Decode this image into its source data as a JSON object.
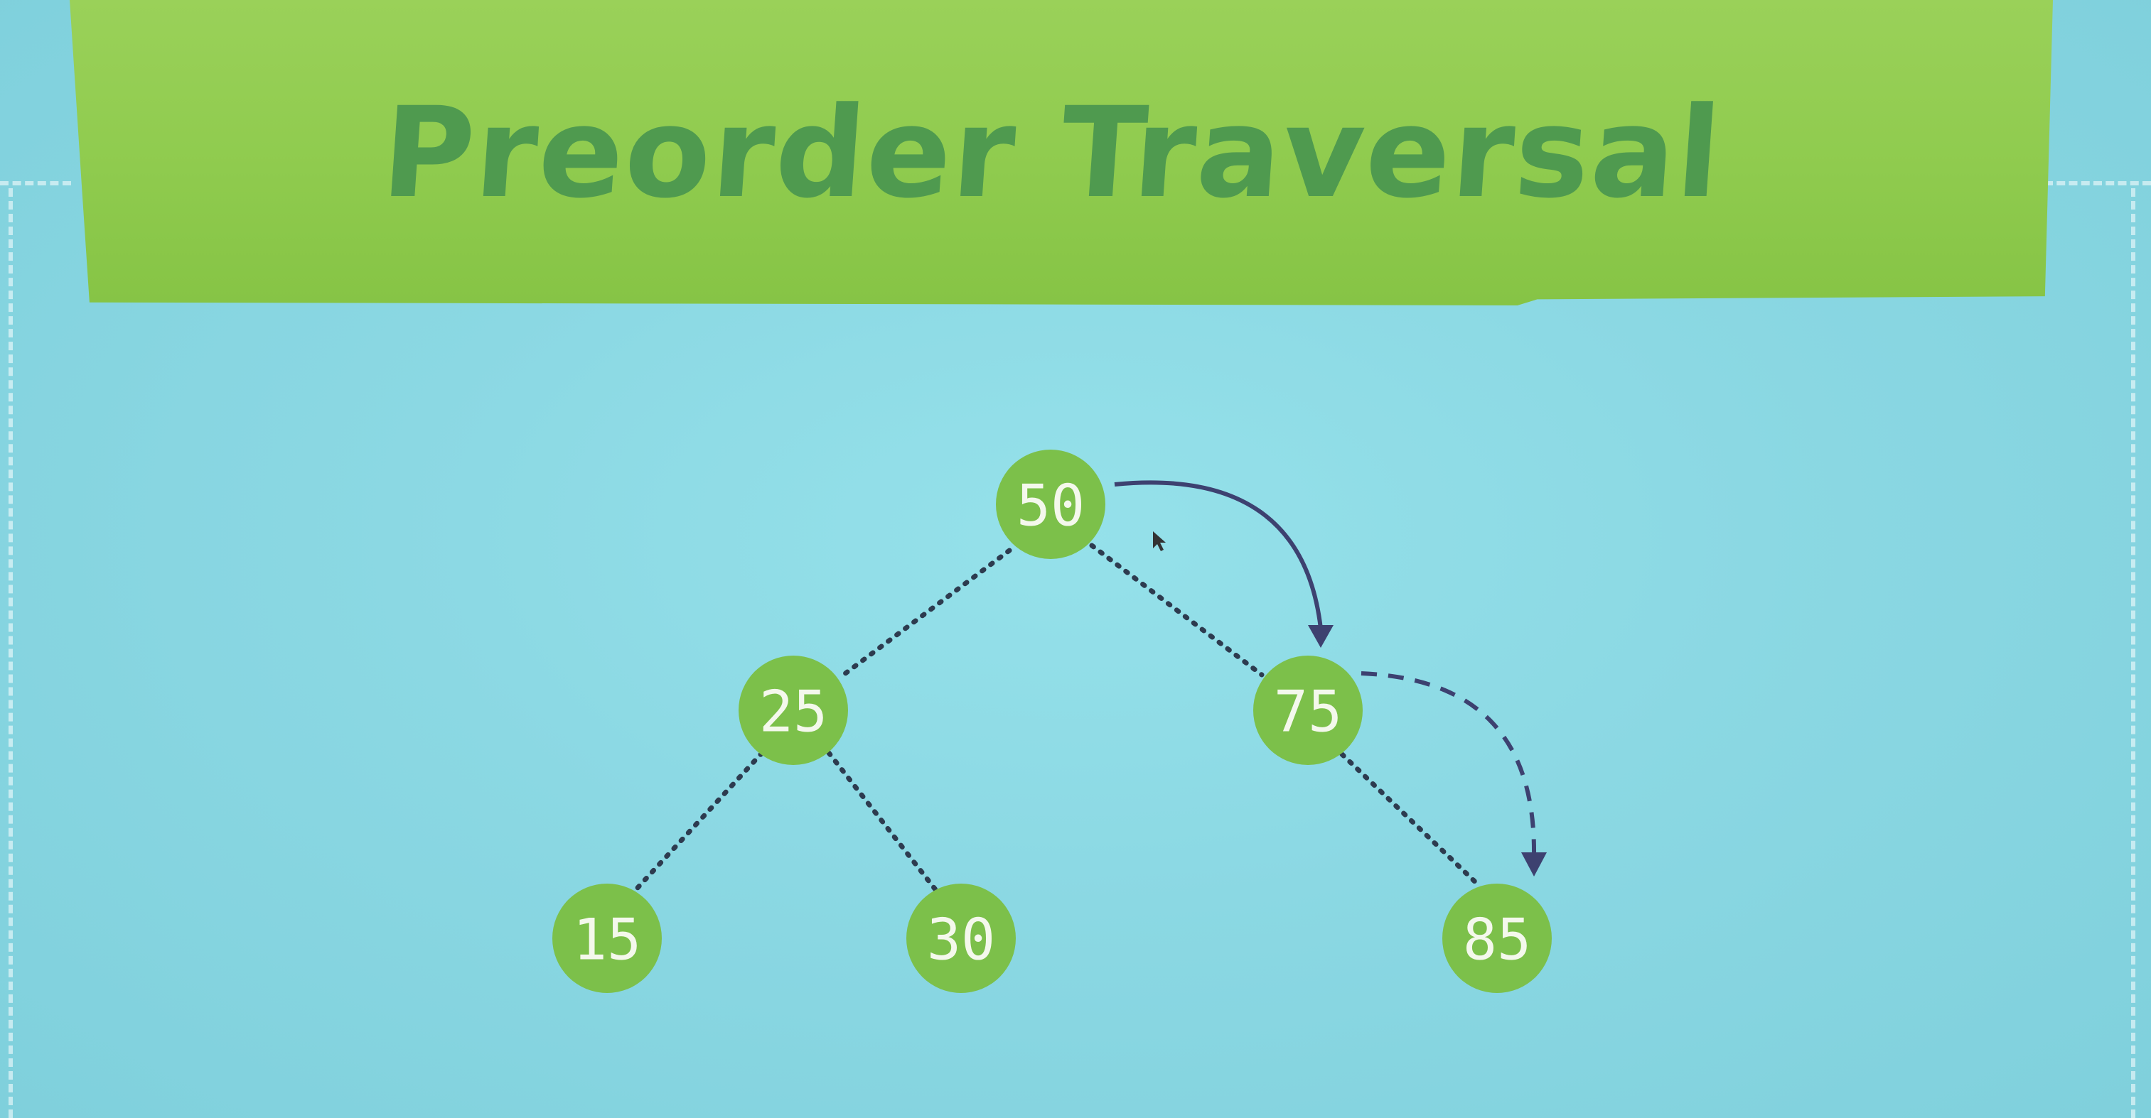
{
  "title": "Preorder Traversal",
  "tree": {
    "nodes": [
      {
        "id": "n50",
        "label": "50",
        "parent": null
      },
      {
        "id": "n25",
        "label": "25",
        "parent": "n50"
      },
      {
        "id": "n75",
        "label": "75",
        "parent": "n50"
      },
      {
        "id": "n15",
        "label": "15",
        "parent": "n25"
      },
      {
        "id": "n30",
        "label": "30",
        "parent": "n25"
      },
      {
        "id": "n85",
        "label": "85",
        "parent": "n75"
      }
    ],
    "traversal_arrows": [
      {
        "from": "50",
        "to": "75",
        "style": "solid"
      },
      {
        "from": "75",
        "to": "85",
        "style": "dashed"
      }
    ]
  },
  "colors": {
    "background": "#8bd8e3",
    "banner": "#8fcb4e",
    "title_text": "#4f9a4f",
    "node_fill": "#7cc04a",
    "node_text": "#f4f8ec",
    "edge": "#2d3b4f",
    "arrow": "#3d4170"
  }
}
